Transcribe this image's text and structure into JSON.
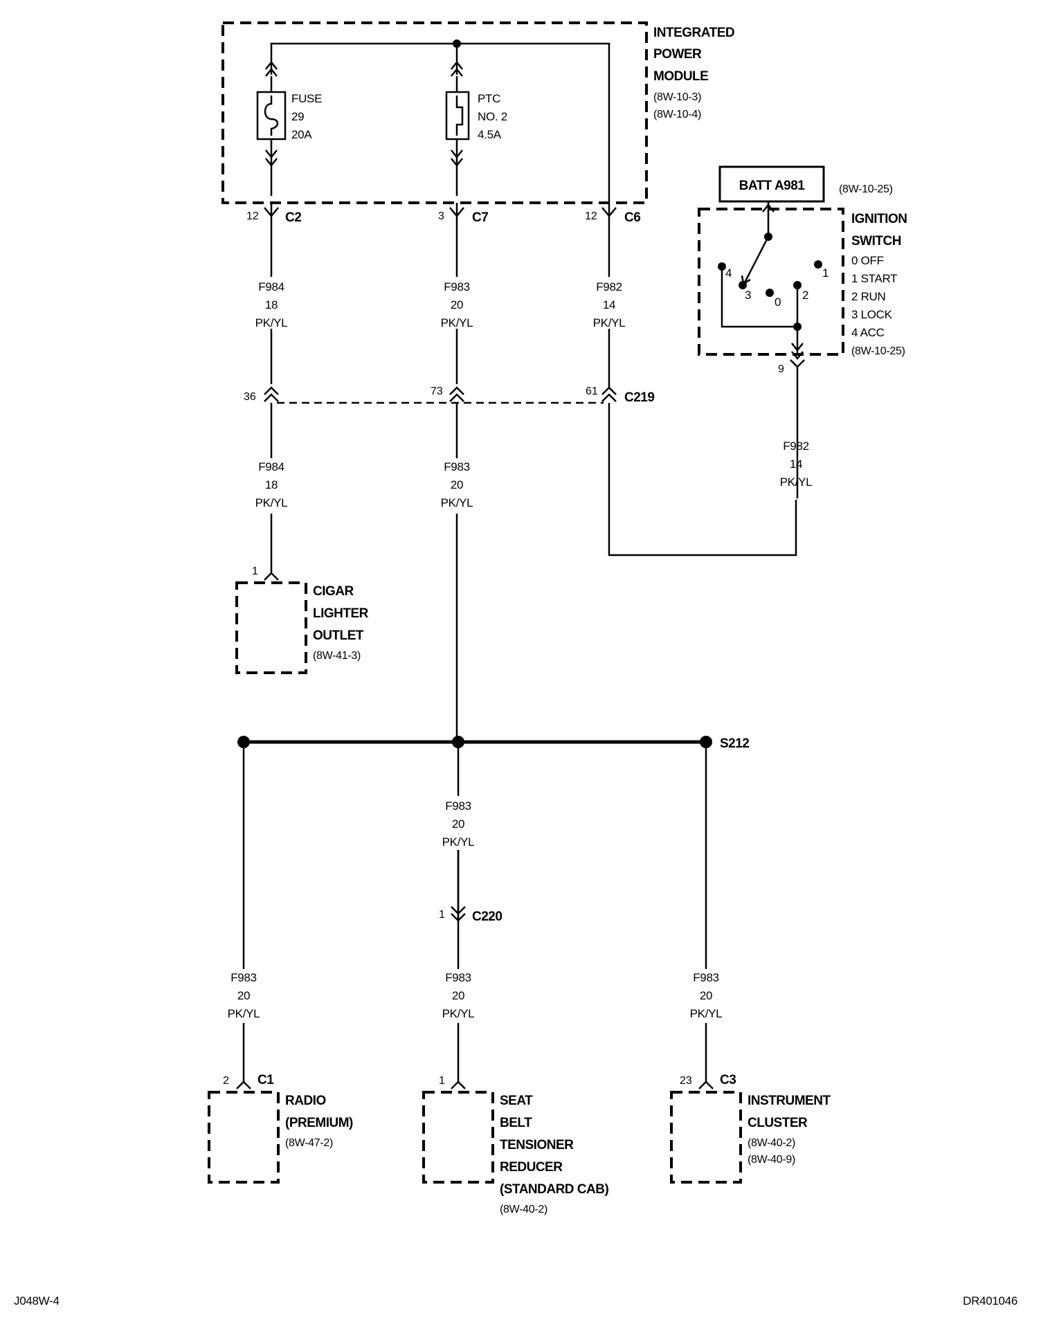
{
  "ipm": {
    "title_lines": [
      "INTEGRATED",
      "POWER",
      "MODULE"
    ],
    "refs": [
      "(8W-10-3)",
      "(8W-10-4)"
    ],
    "fuse": [
      "FUSE",
      "29",
      "20A"
    ],
    "ptc": [
      "PTC",
      "NO. 2",
      "4.5A"
    ]
  },
  "ipm_connectors": {
    "c2": {
      "pin": "12",
      "name": "C2"
    },
    "c7": {
      "pin": "3",
      "name": "C7"
    },
    "c6": {
      "pin": "12",
      "name": "C6"
    }
  },
  "wires": {
    "f984_upper": [
      "F984",
      "18",
      "PK/YL"
    ],
    "f983_upper": [
      "F983",
      "20",
      "PK/YL"
    ],
    "f982_upper": [
      "F982",
      "14",
      "PK/YL"
    ],
    "f984_lower": [
      "F984",
      "18",
      "PK/YL"
    ],
    "f983_mid": [
      "F983",
      "20",
      "PK/YL"
    ],
    "f982_ign": [
      "F982",
      "14",
      "PK/YL"
    ],
    "f983_splice": [
      "F983",
      "20",
      "PK/YL"
    ],
    "f983_radio": [
      "F983",
      "20",
      "PK/YL"
    ],
    "f983_seat": [
      "F983",
      "20",
      "PK/YL"
    ],
    "f983_cluster": [
      "F983",
      "20",
      "PK/YL"
    ]
  },
  "c219": {
    "name": "C219",
    "pins": [
      "36",
      "73",
      "61"
    ]
  },
  "batt": {
    "label": "BATT A981",
    "ref": "(8W-10-25)"
  },
  "ignition": {
    "title_lines": [
      "IGNITION",
      "SWITCH"
    ],
    "positions": [
      "0 OFF",
      "1 START",
      "2 RUN",
      "3 LOCK",
      "4 ACC"
    ],
    "ref": "(8W-10-25)",
    "contacts": [
      "4",
      "3",
      "0",
      "2",
      "1"
    ],
    "pin": "9"
  },
  "cigar": {
    "pin": "1",
    "title_lines": [
      "CIGAR",
      "LIGHTER",
      "OUTLET"
    ],
    "ref": "(8W-41-3)"
  },
  "splice": {
    "name": "S212"
  },
  "c220": {
    "pin": "1",
    "name": "C220"
  },
  "radio": {
    "pin": "2",
    "connector": "C1",
    "title_lines": [
      "RADIO",
      "(PREMIUM)"
    ],
    "ref": "(8W-47-2)"
  },
  "seat": {
    "pin": "1",
    "title_lines": [
      "SEAT",
      "BELT",
      "TENSIONER",
      "REDUCER",
      "(STANDARD CAB)"
    ],
    "ref": "(8W-40-2)"
  },
  "cluster": {
    "pin": "23",
    "connector": "C3",
    "title_lines": [
      "INSTRUMENT",
      "CLUSTER"
    ],
    "refs": [
      "(8W-40-2)",
      "(8W-40-9)"
    ]
  },
  "footer": {
    "left": "J048W-4",
    "right": "DR401046"
  }
}
